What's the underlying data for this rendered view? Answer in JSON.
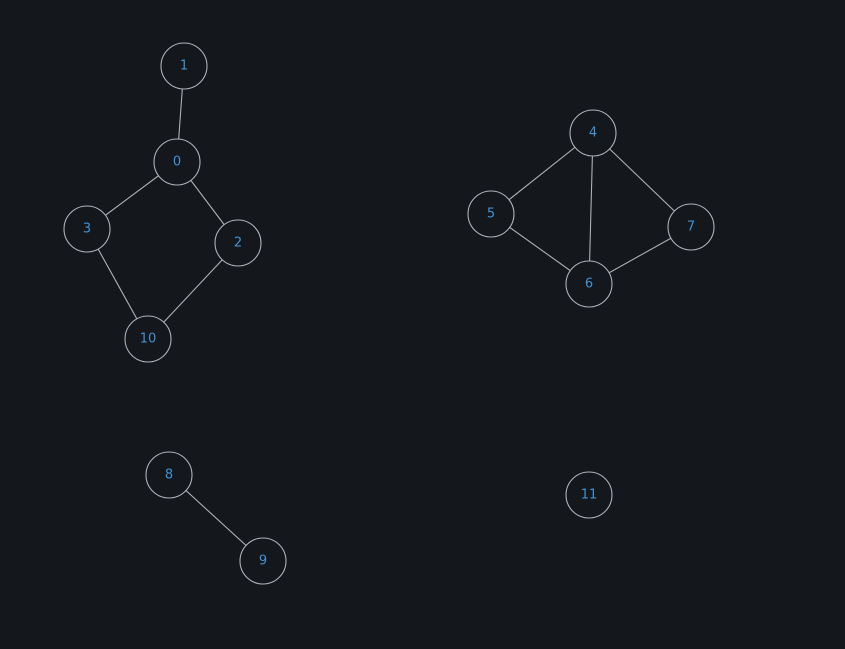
{
  "graph": {
    "colors": {
      "background": "#14171b",
      "edge": "#c8ccd2",
      "node_stroke": "#aeb3ba",
      "label": "#3f93d6"
    },
    "nodes": [
      {
        "id": "0",
        "label": "0"
      },
      {
        "id": "1",
        "label": "1"
      },
      {
        "id": "2",
        "label": "2"
      },
      {
        "id": "3",
        "label": "3"
      },
      {
        "id": "4",
        "label": "4"
      },
      {
        "id": "5",
        "label": "5"
      },
      {
        "id": "6",
        "label": "6"
      },
      {
        "id": "7",
        "label": "7"
      },
      {
        "id": "8",
        "label": "8"
      },
      {
        "id": "9",
        "label": "9"
      },
      {
        "id": "10",
        "label": "10"
      },
      {
        "id": "11",
        "label": "11"
      }
    ],
    "edges": [
      {
        "source": "1",
        "target": "0"
      },
      {
        "source": "0",
        "target": "3"
      },
      {
        "source": "0",
        "target": "2"
      },
      {
        "source": "3",
        "target": "10"
      },
      {
        "source": "2",
        "target": "10"
      },
      {
        "source": "4",
        "target": "5"
      },
      {
        "source": "4",
        "target": "6"
      },
      {
        "source": "4",
        "target": "7"
      },
      {
        "source": "5",
        "target": "6"
      },
      {
        "source": "6",
        "target": "7"
      },
      {
        "source": "8",
        "target": "9"
      }
    ]
  }
}
